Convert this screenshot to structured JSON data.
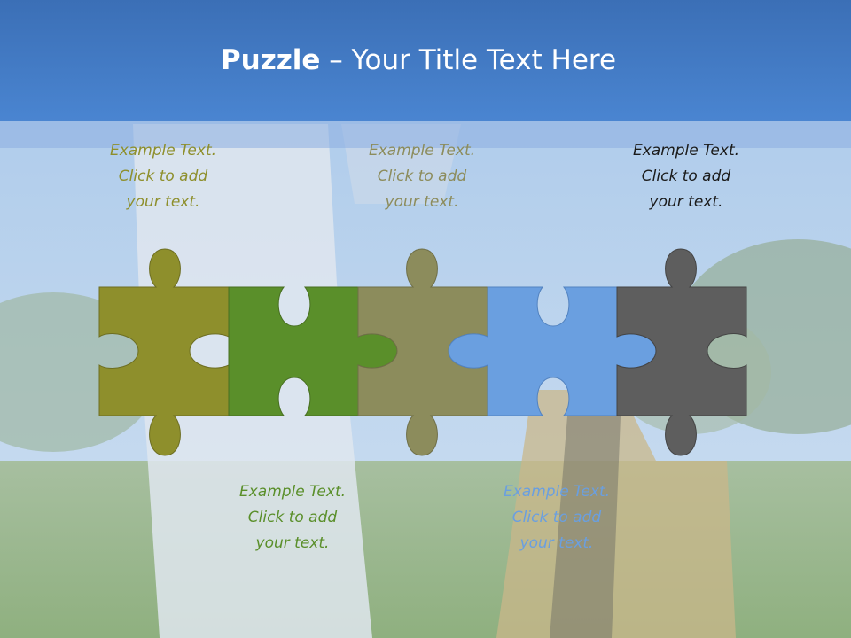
{
  "slide": {
    "title_bold": "Puzzle",
    "title_rest": " – Your Title Text Here"
  },
  "colors": {
    "header": "#4a85d1",
    "piece1": "#8e8f2c",
    "piece2": "#5a8f2a",
    "piece3": "#8c8c5c",
    "piece4": "#6a9fe0",
    "piece5": "#5e5e5e"
  },
  "captions": [
    {
      "line1": "Example Text.",
      "line2": "Click  to add",
      "line3": "your text.",
      "color": "#8e8f2c"
    },
    {
      "line1": "Example Text.",
      "line2": "Click  to add",
      "line3": "your text.",
      "color": "#5a8f2a"
    },
    {
      "line1": "Example Text.",
      "line2": "Click  to add",
      "line3": "your text.",
      "color": "#8c8c5c"
    },
    {
      "line1": "Example Text.",
      "line2": "Click  to add",
      "line3": "your text.",
      "color": "#6a9fe0"
    },
    {
      "line1": "Example Text.",
      "line2": "Click  to add",
      "line3": "your text.",
      "color": "#1a1a1a"
    }
  ]
}
